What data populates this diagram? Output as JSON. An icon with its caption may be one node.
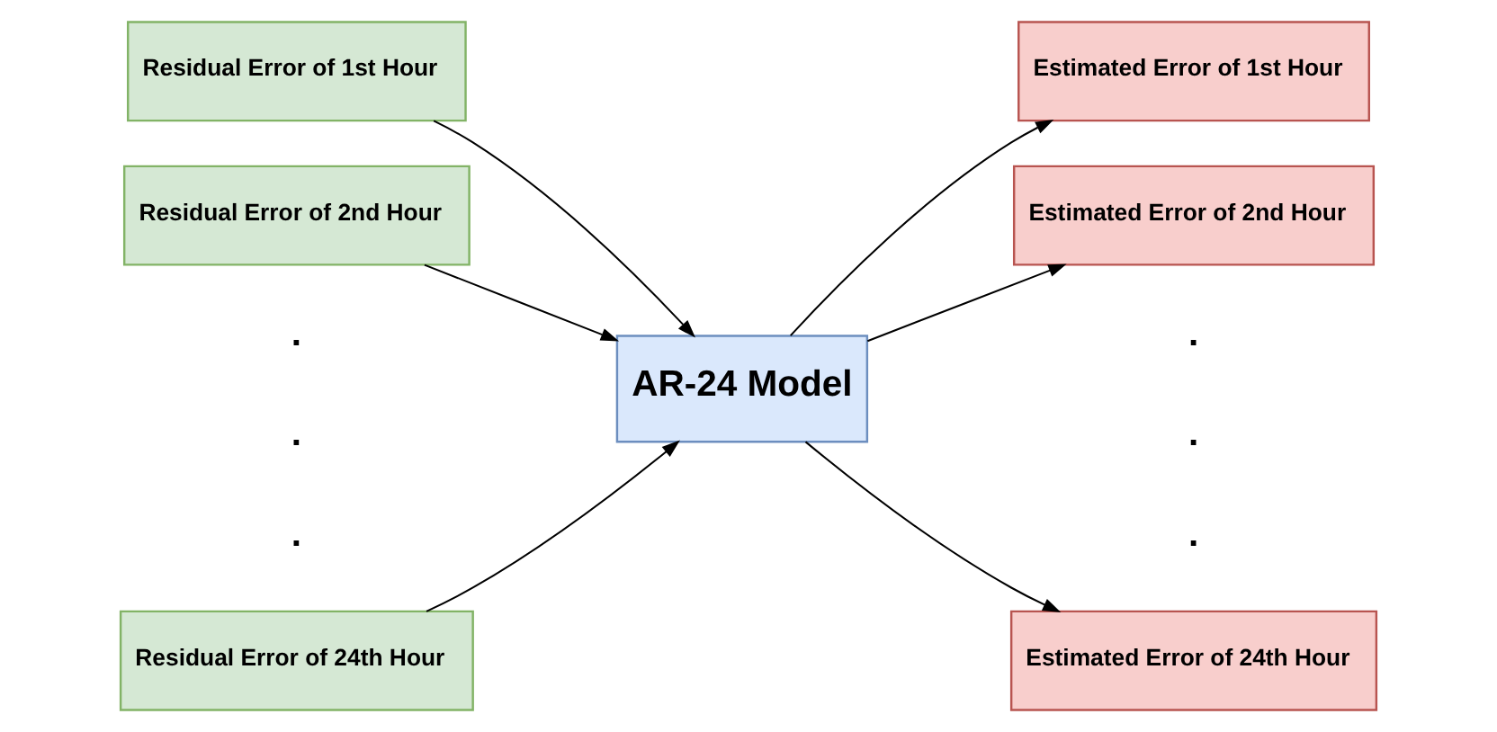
{
  "diagram": {
    "nodes": [
      {
        "text": [
          "Residual Error of 1st Hour"
        ]
      },
      {
        "text": [
          "Residual Error of 2nd Hour"
        ]
      },
      {
        "text": [
          "Residual Error of 24th Hour"
        ]
      },
      {
        "text": [
          "AR-24 Model"
        ]
      },
      {
        "text": [
          "Estimated Error of 1st Hour"
        ]
      },
      {
        "text": [
          "Estimated Error of 2nd Hour"
        ]
      },
      {
        "text": [
          "Estimated Error of 24th Hour"
        ]
      }
    ],
    "edges": [
      {
        "from": 0,
        "to": 3,
        "arrow": "to"
      },
      {
        "from": 1,
        "to": 3,
        "arrow": "to"
      },
      {
        "from": 2,
        "to": 3,
        "arrow": "to"
      },
      {
        "from": 3,
        "to": 4,
        "arrow": "to"
      },
      {
        "from": 3,
        "to": 5,
        "arrow": "to"
      },
      {
        "from": 3,
        "to": 6,
        "arrow": "to"
      }
    ],
    "labels": [
      ".",
      ".",
      ".",
      ".",
      ".",
      "."
    ]
  }
}
